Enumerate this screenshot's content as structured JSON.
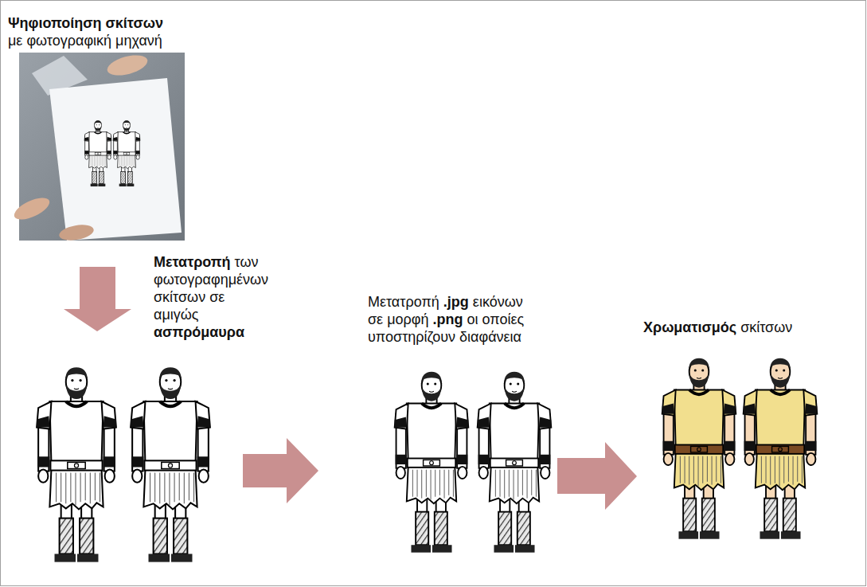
{
  "diagram": {
    "labels": [
      "Ψηφιοποίηση σκίτσων",
      "με φωτογραφική μηχανή",
      "Μετατροπή",
      "των φωτογραφημένων σκίτσων σε αμιγώς",
      "ασπρόμαυρα",
      "Μετατροπή",
      ".jpg",
      "εικόνων σε μορφή",
      ".png",
      "οι οποίες υποστηρίζουν διαφάνεια",
      "Χρωματισμός",
      "σκίτσων"
    ]
  }
}
